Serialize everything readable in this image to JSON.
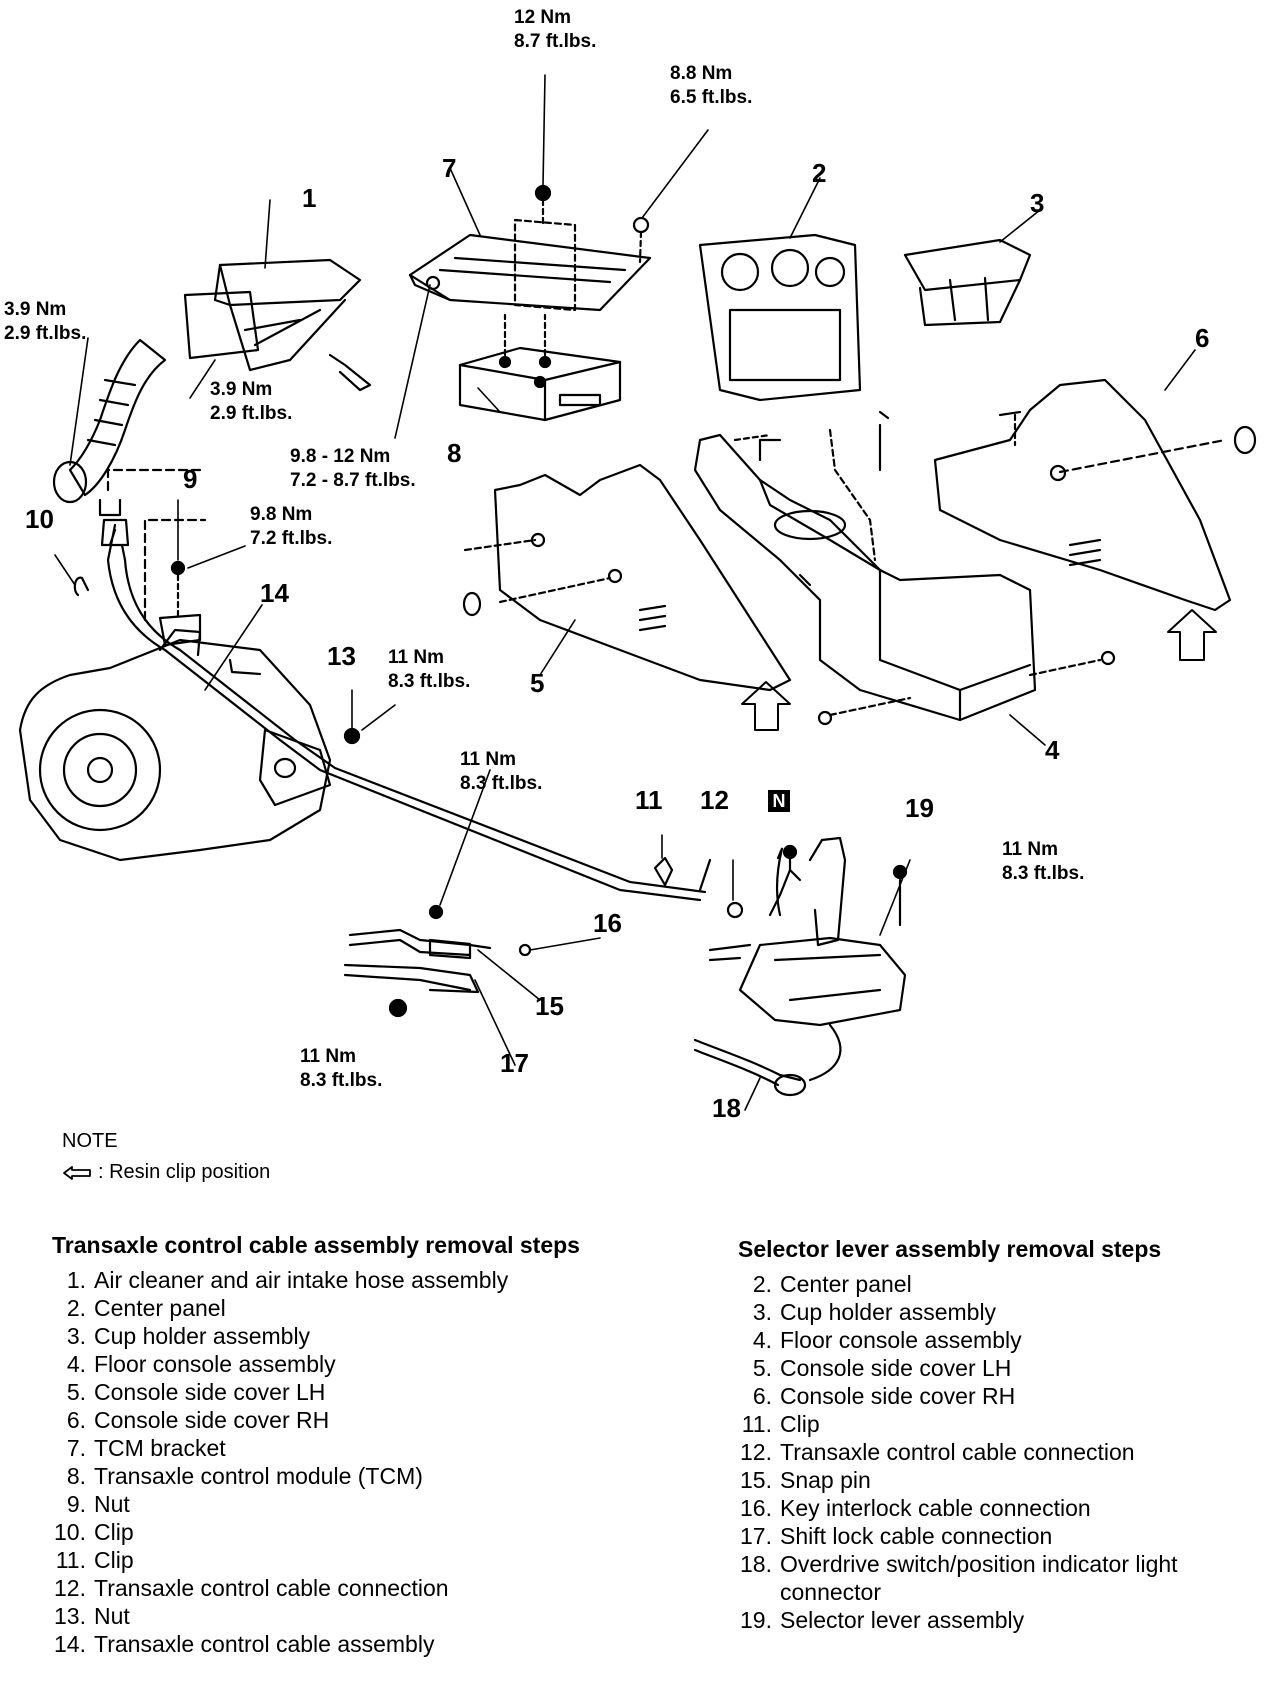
{
  "callouts": {
    "c1": "1",
    "c2": "2",
    "c3": "3",
    "c4": "4",
    "c5": "5",
    "c6": "6",
    "c7": "7",
    "c8": "8",
    "c9": "9",
    "c10": "10",
    "c11": "11",
    "c12": "12",
    "c13": "13",
    "c14": "14",
    "c15": "15",
    "c16": "16",
    "c17": "17",
    "c18": "18",
    "c19": "19",
    "n_marker": "N"
  },
  "torques": {
    "t_top": [
      "12 Nm",
      "8.7 ft.lbs."
    ],
    "t_88": [
      "8.8 Nm",
      "6.5 ft.lbs."
    ],
    "t_left": [
      "3.9 Nm",
      "2.9 ft.lbs."
    ],
    "t_inner": [
      "3.9 Nm",
      "2.9 ft.lbs."
    ],
    "t_range": [
      "9.8 - 12 Nm",
      "7.2 - 8.7 ft.lbs."
    ],
    "t_98": [
      "9.8 Nm",
      "7.2 ft.lbs."
    ],
    "t_nut13": [
      "11 Nm",
      "8.3 ft.lbs."
    ],
    "t_mid": [
      "11 Nm",
      "8.3 ft.lbs."
    ],
    "t_right": [
      "11 Nm",
      "8.3 ft.lbs."
    ],
    "t_bottom": [
      "11 Nm",
      "8.3 ft.lbs."
    ]
  },
  "note": {
    "title": "NOTE",
    "resin": ": Resin clip position"
  },
  "transaxle_steps": {
    "title": "Transaxle control cable assembly removal steps",
    "items": [
      {
        "n": "1.",
        "t": "Air cleaner and air intake hose assembly"
      },
      {
        "n": "2.",
        "t": "Center panel"
      },
      {
        "n": "3.",
        "t": "Cup holder assembly"
      },
      {
        "n": "4.",
        "t": "Floor console assembly"
      },
      {
        "n": "5.",
        "t": "Console side cover LH"
      },
      {
        "n": "6.",
        "t": "Console side cover RH"
      },
      {
        "n": "7.",
        "t": "TCM bracket"
      },
      {
        "n": "8.",
        "t": "Transaxle control module (TCM)"
      },
      {
        "n": "9.",
        "t": "Nut"
      },
      {
        "n": "10.",
        "t": "Clip"
      },
      {
        "n": "11.",
        "t": "Clip"
      },
      {
        "n": "12.",
        "t": "Transaxle control cable connection"
      },
      {
        "n": "13.",
        "t": "Nut"
      },
      {
        "n": "14.",
        "t": "Transaxle control cable assembly"
      }
    ]
  },
  "selector_steps": {
    "title": "Selector lever assembly removal steps",
    "items": [
      {
        "n": "2.",
        "t": "Center panel"
      },
      {
        "n": "3.",
        "t": "Cup holder assembly"
      },
      {
        "n": "4.",
        "t": "Floor console assembly"
      },
      {
        "n": "5.",
        "t": "Console side cover LH"
      },
      {
        "n": "6.",
        "t": "Console side cover RH"
      },
      {
        "n": "11.",
        "t": "Clip"
      },
      {
        "n": "12.",
        "t": "Transaxle control cable connection"
      },
      {
        "n": "15.",
        "t": "Snap pin"
      },
      {
        "n": "16.",
        "t": "Key interlock cable connection"
      },
      {
        "n": "17.",
        "t": "Shift lock cable connection"
      },
      {
        "n": "18.",
        "t": "Overdrive switch/position indicator light connector"
      },
      {
        "n": "19.",
        "t": "Selector lever assembly"
      }
    ]
  }
}
